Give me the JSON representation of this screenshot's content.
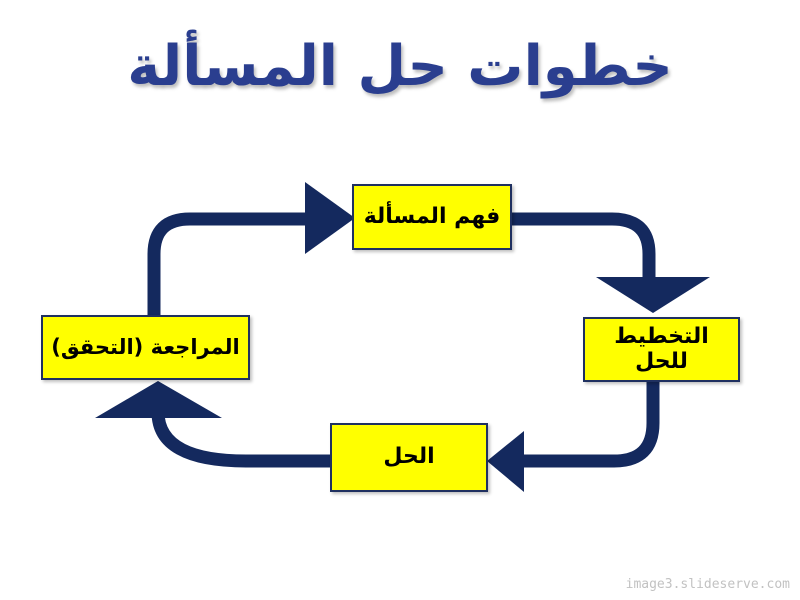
{
  "slide": {
    "title": "خطوات حل المسألة",
    "watermark": "image3.slideserve.com"
  },
  "cycle": {
    "nodes": [
      {
        "position": "top",
        "label": "فهم المسألة"
      },
      {
        "position": "right",
        "label": "التخطيط للحل"
      },
      {
        "position": "bottom",
        "label": "الحل"
      },
      {
        "position": "left",
        "label": "المراجعة (التحقق)"
      }
    ]
  },
  "colors": {
    "arrow": "#14295e",
    "box_fill": "#ffff00",
    "box_border": "#1f3060",
    "title_text": "#2a3e8f",
    "watermark_text": "#c2c2c2"
  }
}
